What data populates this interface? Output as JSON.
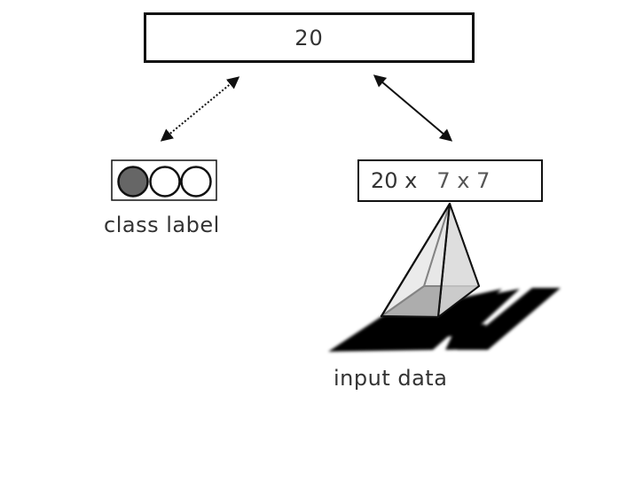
{
  "top_node": {
    "text": "20"
  },
  "feature_node": {
    "channels_text": "20 x",
    "dims_text": "7 x 7"
  },
  "class_label": {
    "text": "class label",
    "units": 3,
    "active_unit": 0
  },
  "input_label": {
    "text": "input data"
  },
  "colors": {
    "border": "#111111",
    "text": "#333333",
    "active_unit": "#666666",
    "shadow": "#000000",
    "pyramid_fill": "#e0e0e0",
    "pyramid_base": "#6a6a6a"
  },
  "connectors": [
    {
      "from": "top_node",
      "to": "class_label",
      "style": "dotted",
      "direction": "bidirectional"
    },
    {
      "from": "top_node",
      "to": "feature_node",
      "style": "solid",
      "direction": "bidirectional"
    }
  ]
}
